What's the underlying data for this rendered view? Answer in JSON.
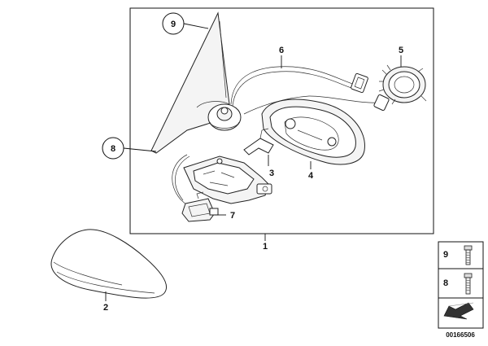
{
  "callouts": {
    "c1": "1",
    "c2": "2",
    "c3": "3",
    "c4": "4",
    "c5": "5",
    "c6": "6",
    "c7": "7",
    "c8": "8",
    "c9": "9"
  },
  "legend": {
    "item_top": "9",
    "item_bottom": "8"
  },
  "document_number": "00166506"
}
